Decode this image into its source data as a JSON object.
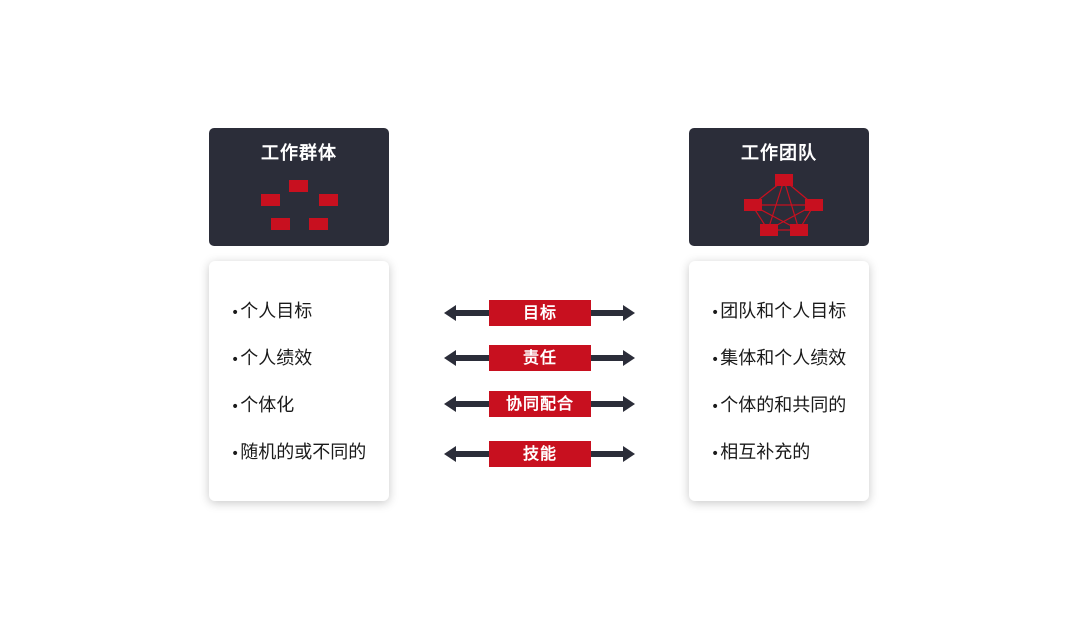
{
  "left_panel": {
    "title": "工作群体",
    "icon": "scattered-nodes-icon",
    "items": [
      "个人目标",
      "个人绩效",
      "个体化",
      "随机的或不同的"
    ]
  },
  "right_panel": {
    "title": "工作团队",
    "icon": "connected-network-icon",
    "items": [
      "团队和个人目标",
      "集体和个人绩效",
      "个体的和共同的",
      "相互补充的"
    ]
  },
  "connectors": [
    "目标",
    "责任",
    "协同配合",
    "技能"
  ],
  "bullet": "•",
  "colors": {
    "dark_card": "#2b2d39",
    "accent_red": "#c8101f",
    "arrow": "#2b2d39",
    "text": "#1a1a1a"
  }
}
